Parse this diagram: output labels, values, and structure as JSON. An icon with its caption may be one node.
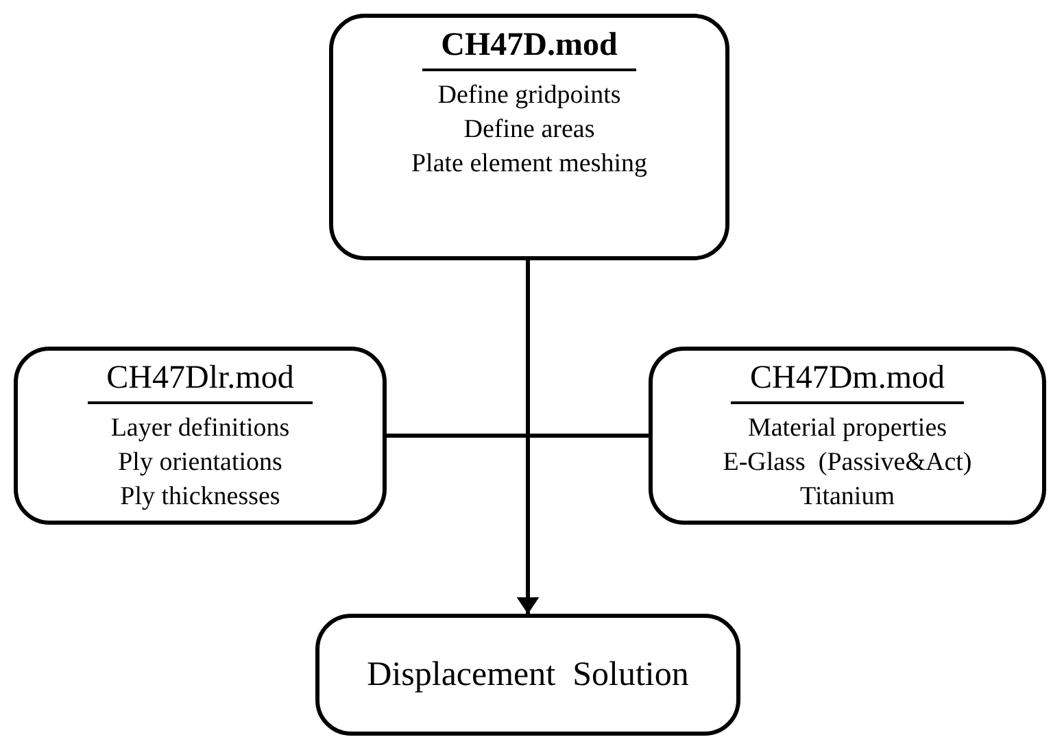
{
  "diagram": {
    "nodes": [
      {
        "text": [
          "CH47D.mod",
          "Define gridpoints",
          "Define areas",
          "Plate element meshing"
        ]
      },
      {
        "text": [
          "CH47Dlr.mod",
          "Layer definitions",
          "Ply orientations",
          "Ply thicknesses"
        ]
      },
      {
        "text": [
          "CH47Dm.mod",
          "Material properties",
          "E-Glass  (Passive&Act)",
          "Titanium"
        ]
      },
      {
        "text": [
          "Displacement  Solution"
        ]
      }
    ],
    "edges": [
      {
        "from": 0,
        "to": 3,
        "arrow": "to"
      },
      {
        "from": 1,
        "to": 3,
        "arrow": "to"
      },
      {
        "from": 2,
        "to": 3,
        "arrow": "to"
      }
    ]
  }
}
